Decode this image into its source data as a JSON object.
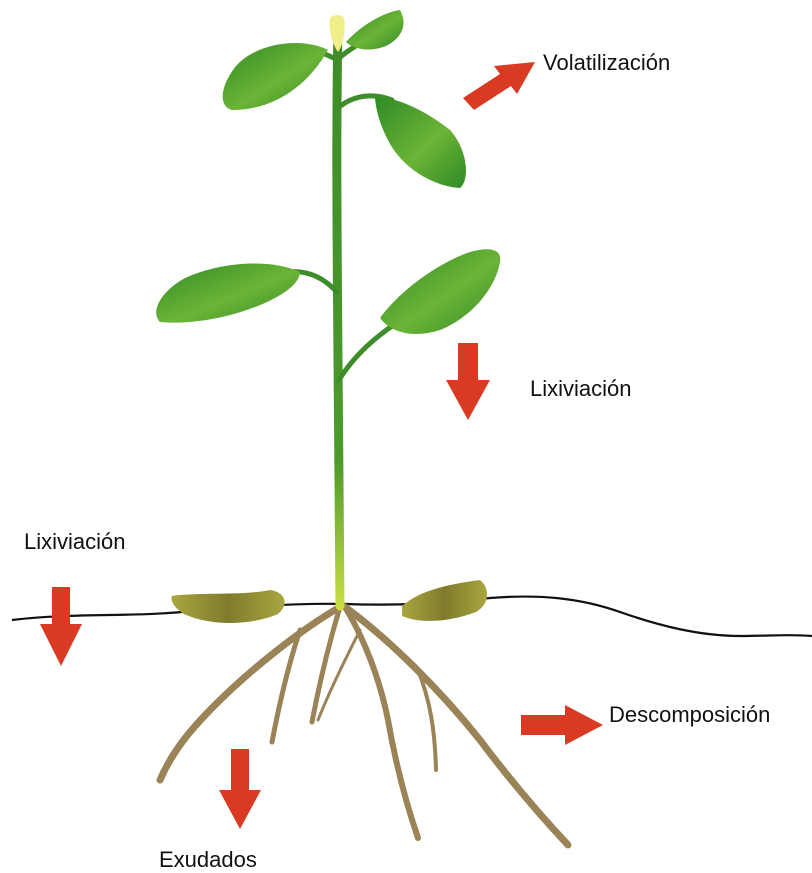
{
  "labels": {
    "volatilization": "Volatilización",
    "leaching_foliar": "Lixiviación",
    "leaching_soil": "Lixiviación",
    "decomposition": "Descomposición",
    "exudates": "Exudados"
  },
  "colors": {
    "arrow": "#d93a22",
    "leaf_dark": "#2f8a26",
    "leaf_light": "#6cb436",
    "stem": "#3e8c2a",
    "stem_base": "#c9dd43",
    "bud": "#f2ee8a",
    "fallen_leaf": "#8f8c33",
    "root": "#9a8356",
    "ground_line": "#111111"
  }
}
